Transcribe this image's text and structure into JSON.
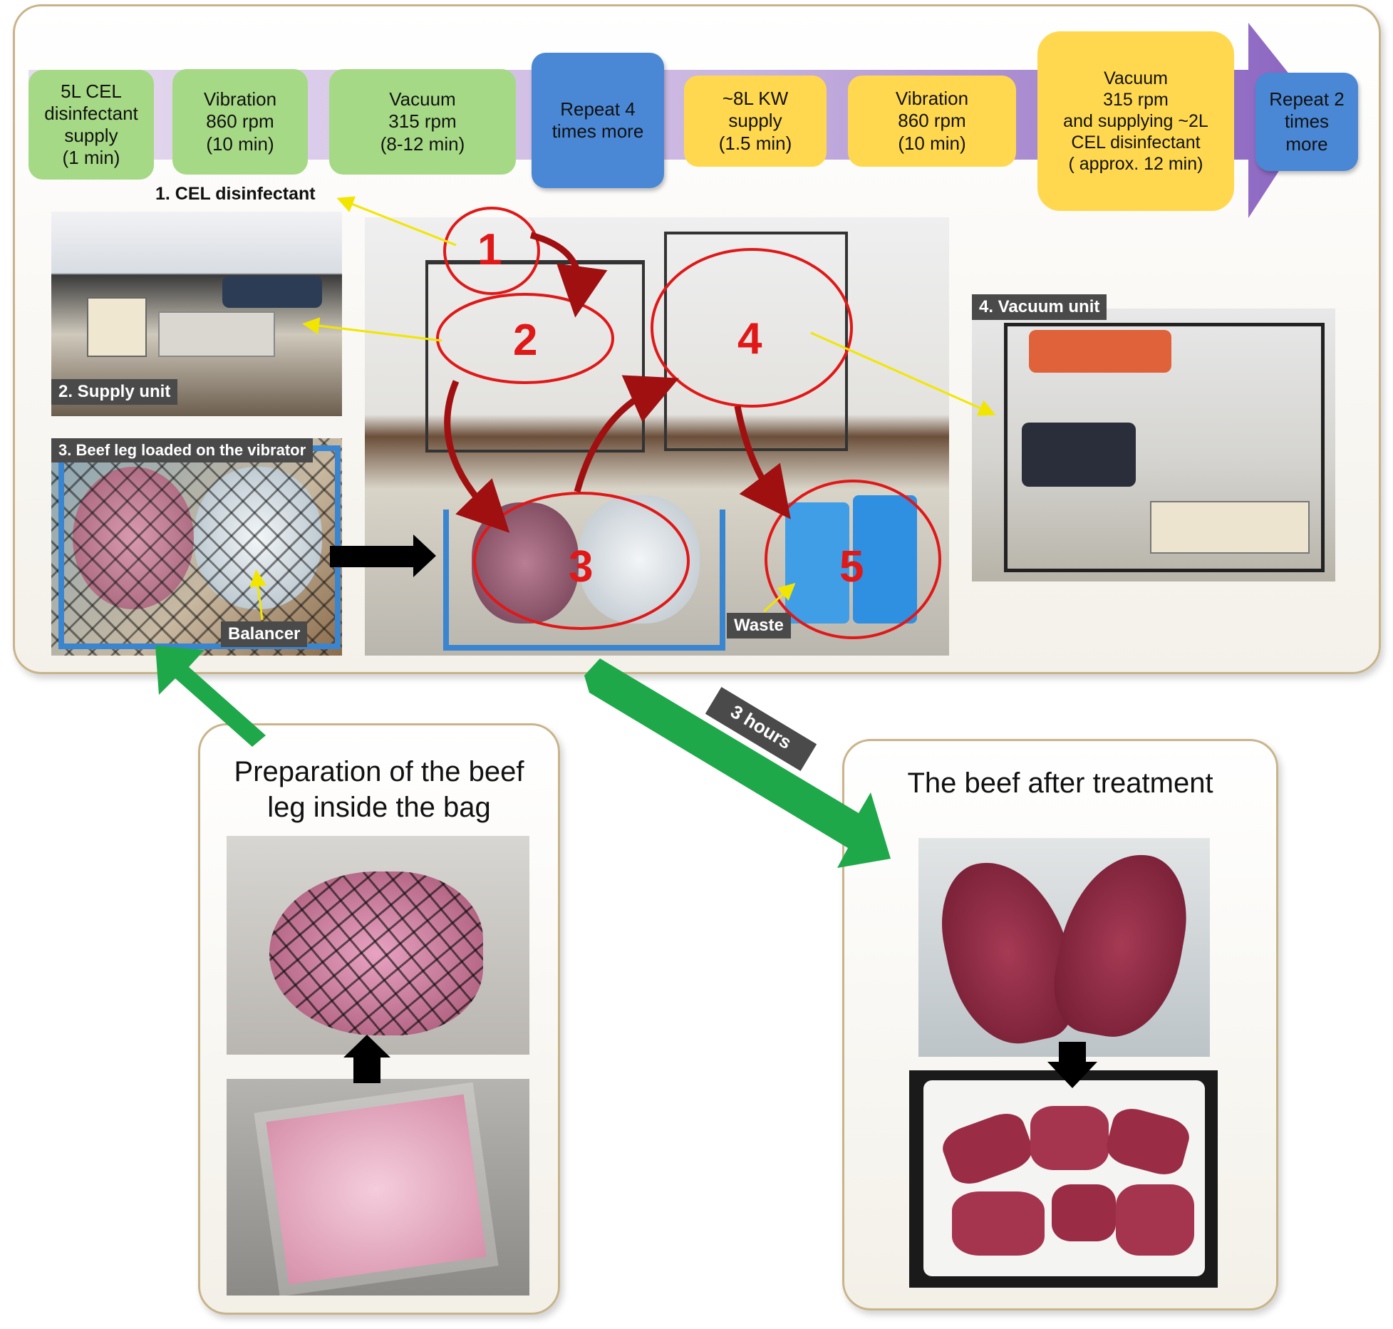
{
  "flow": {
    "steps": [
      {
        "text": "5L CEL\ndisinfectant\nsupply\n(1 min)",
        "color": "green"
      },
      {
        "text": "Vibration\n860 rpm\n(10 min)",
        "color": "green"
      },
      {
        "text": "Vacuum\n315 rpm\n(8-12 min)",
        "color": "green"
      },
      {
        "text": "Repeat 4\ntimes more",
        "color": "blue"
      },
      {
        "text": "~8L KW\nsupply\n(1.5 min)",
        "color": "yellow"
      },
      {
        "text": "Vibration\n860 rpm\n(10 min)",
        "color": "yellow"
      },
      {
        "text": "Vacuum\n315 rpm\nand supplying ~2L\nCEL disinfectant\n( approx. 12 min)",
        "color": "yellow"
      },
      {
        "text": "Repeat 2\ntimes\nmore",
        "color": "blue"
      }
    ],
    "colors": {
      "green": "#a6d985",
      "yellow": "#ffd84f",
      "blue": "#4a88d6",
      "arrow": "#8a63c0",
      "arrow_light": "#d9cde9"
    }
  },
  "labels": {
    "cel_disinfectant": "1. CEL disinfectant",
    "supply_unit": "2. Supply unit",
    "beef_loaded": "3. Beef leg loaded on the vibrator",
    "balancer": "Balancer",
    "waste": "Waste",
    "vacuum_unit": "4. Vacuum unit",
    "duration": "3 hours"
  },
  "markers": [
    "1",
    "2",
    "3",
    "4",
    "5"
  ],
  "prep": {
    "title": "Preparation of the beef\nleg inside the bag"
  },
  "after": {
    "title": "The beef after treatment"
  },
  "colors": {
    "highlight": "#e01818",
    "pointer": "#f2e600",
    "green_arrow": "#1fa84a",
    "panel_border": "#c9b48a"
  }
}
